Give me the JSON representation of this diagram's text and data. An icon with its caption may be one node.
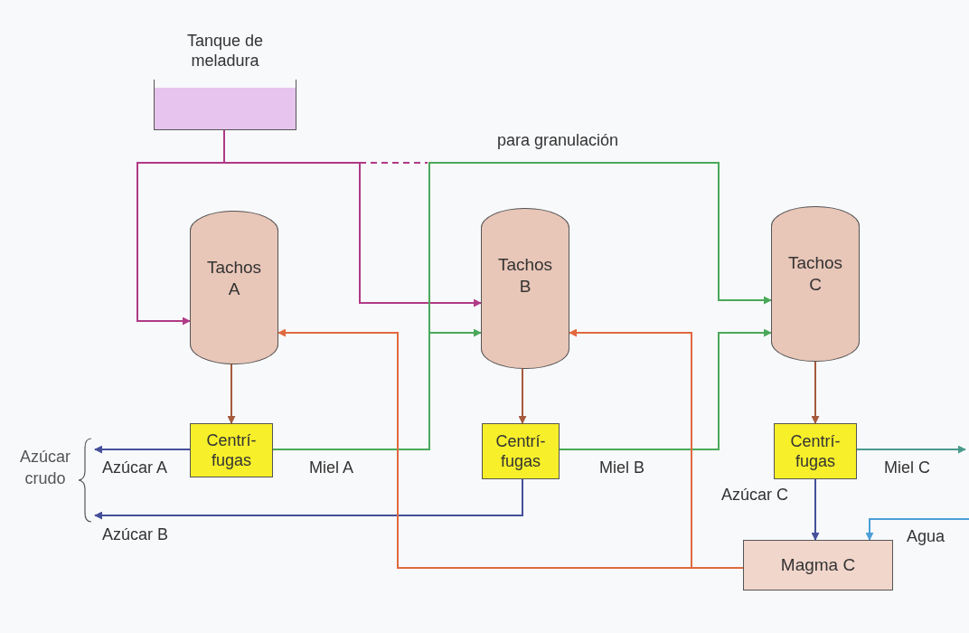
{
  "diagram": {
    "nodes": [
      {
        "text": [
          "Tanque de meladura"
        ]
      },
      {
        "text": [
          "Tachos A"
        ]
      },
      {
        "text": [
          "Tachos B"
        ]
      },
      {
        "text": [
          "Tachos C"
        ]
      },
      {
        "text": [
          "Centrí- fugas"
        ]
      },
      {
        "text": [
          "Centrí- fugas"
        ]
      },
      {
        "text": [
          "Centrí- fugas"
        ]
      },
      {
        "text": [
          "Magma C"
        ]
      },
      {
        "text": [
          "Azúcar crudo"
        ]
      }
    ],
    "edges": [
      {
        "from": 0,
        "to": 1,
        "arrow": "to",
        "color": "#b03a86"
      },
      {
        "from": 0,
        "to": 2,
        "arrow": "to",
        "color": "#b03a86"
      },
      {
        "from": 4,
        "to": 2,
        "arrow": "to",
        "label": "Miel A",
        "color": "#4aa85a"
      },
      {
        "from": 4,
        "to": 3,
        "arrow": "to",
        "color": "#4aa85a"
      },
      {
        "from": 5,
        "to": 3,
        "arrow": "to",
        "label": "Miel B",
        "color": "#4aa85a"
      },
      {
        "from": 1,
        "to": 4,
        "arrow": "to",
        "color": "#a65a3e"
      },
      {
        "from": 2,
        "to": 5,
        "arrow": "to",
        "color": "#a65a3e"
      },
      {
        "from": 3,
        "to": 6,
        "arrow": "to",
        "color": "#a65a3e"
      },
      {
        "from": 4,
        "to": 8,
        "arrow": "to",
        "label": "Azúcar A",
        "color": "#45509a"
      },
      {
        "from": 5,
        "to": 8,
        "arrow": "to",
        "label": "Azúcar B",
        "color": "#45509a"
      },
      {
        "from": 6,
        "to": null,
        "arrow": "to",
        "label": "Miel C",
        "color": "#4a9a8c"
      },
      {
        "from": 6,
        "to": 7,
        "arrow": "to",
        "label": "Azúcar C",
        "color": "#45509a"
      },
      {
        "from": null,
        "to": 7,
        "arrow": "to",
        "label": "Agua",
        "color": "#4aa0d8"
      },
      {
        "from": 7,
        "to": 1,
        "arrow": "to",
        "color": "#e0693f"
      },
      {
        "from": 7,
        "to": 2,
        "arrow": "to",
        "color": "#e0693f"
      }
    ],
    "labels": [
      "para granulación"
    ]
  }
}
